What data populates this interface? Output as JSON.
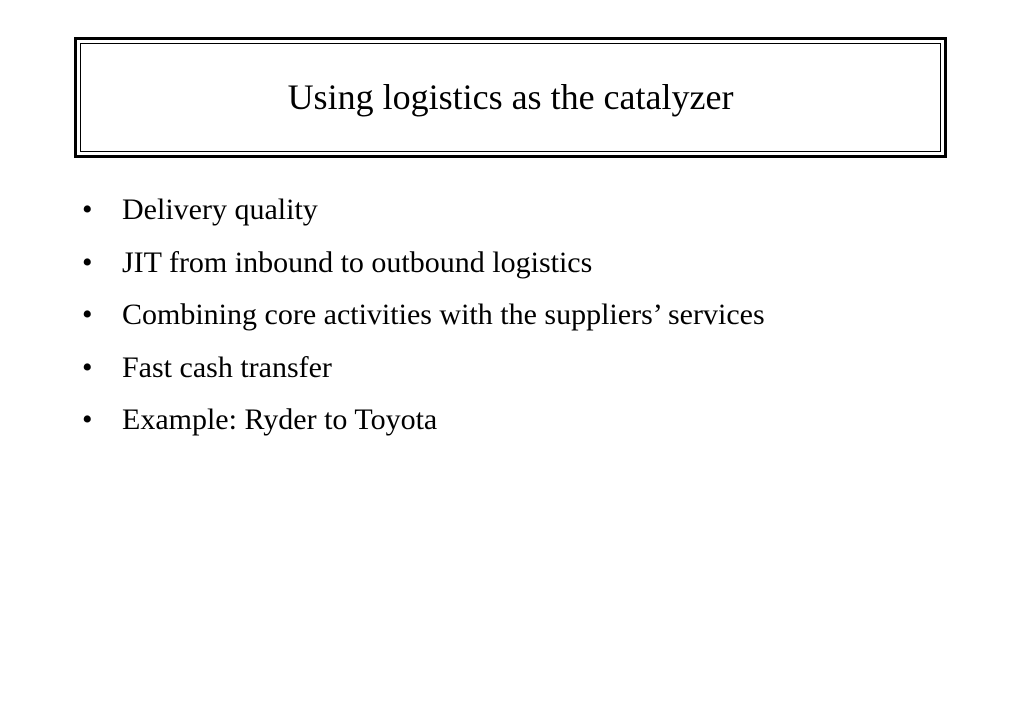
{
  "slide": {
    "title": "Using logistics as the catalyzer",
    "bullet_glyph": "•",
    "bullets": [
      "Delivery quality",
      "JIT from inbound to outbound logistics",
      "Combining core activities with the suppliers’ services",
      "Fast cash transfer",
      "Example: Ryder to Toyota"
    ]
  }
}
